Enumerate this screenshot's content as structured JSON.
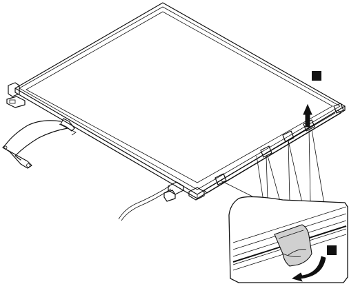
{
  "figure": {
    "step_markers": [
      {
        "id": "marker-top",
        "color": "#111111"
      },
      {
        "id": "marker-detail",
        "color": "#111111"
      }
    ],
    "arrows": [
      {
        "id": "lift-arrow",
        "direction": "up"
      },
      {
        "id": "peel-arrow",
        "direction": "curved-left"
      }
    ]
  }
}
